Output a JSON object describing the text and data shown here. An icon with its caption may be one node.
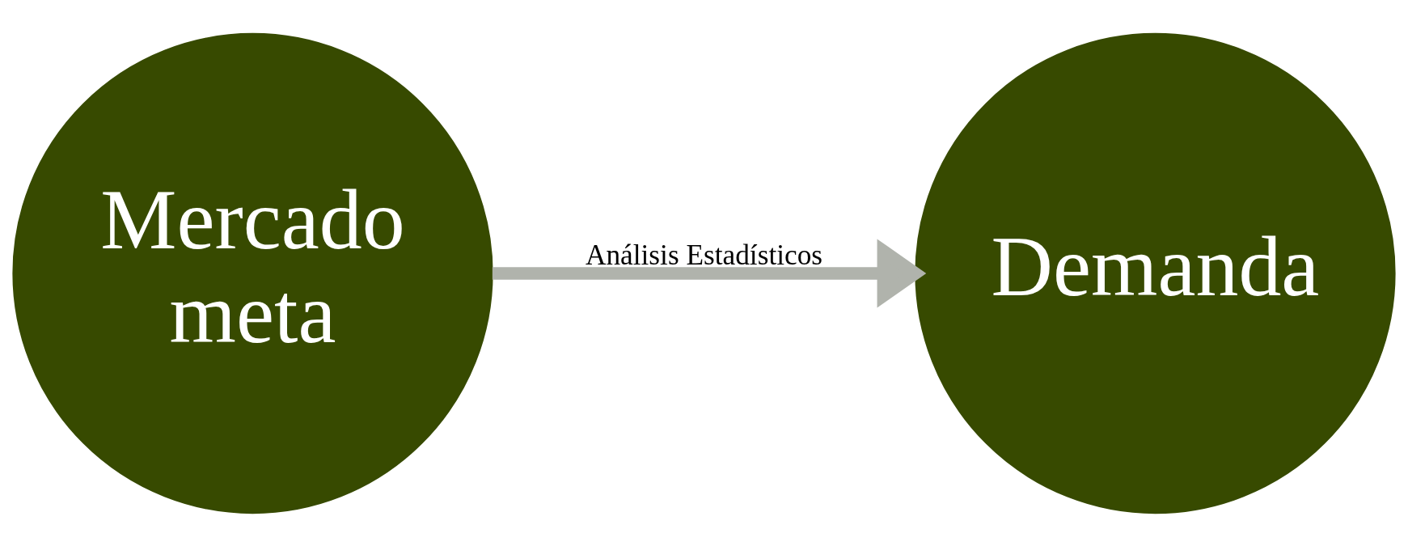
{
  "diagram": {
    "nodes": [
      {
        "text": [
          "Mercado meta"
        ]
      },
      {
        "text": [
          "Demanda"
        ]
      }
    ],
    "edges": [
      {
        "from": 0,
        "to": 1,
        "arrow": "to",
        "label": "Análisis Estadísticos",
        "color": "#b0b3ac"
      }
    ]
  }
}
